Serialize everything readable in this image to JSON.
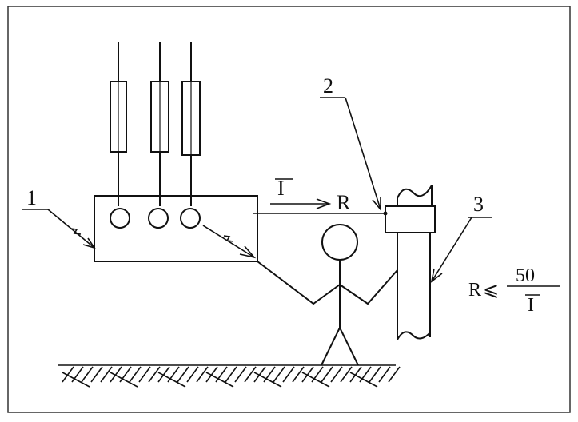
{
  "diagram": {
    "labels": {
      "equipment": "1",
      "connection_point": "2",
      "grounding_pipe": "3"
    },
    "current_label": "I",
    "resistance_label": "R",
    "formula": {
      "lhs": "R",
      "relation": "⩽",
      "numerator": "50",
      "denominator": "I"
    },
    "colors": {
      "ink": "#111111",
      "frame": "#333333",
      "background": "#ffffff"
    }
  }
}
